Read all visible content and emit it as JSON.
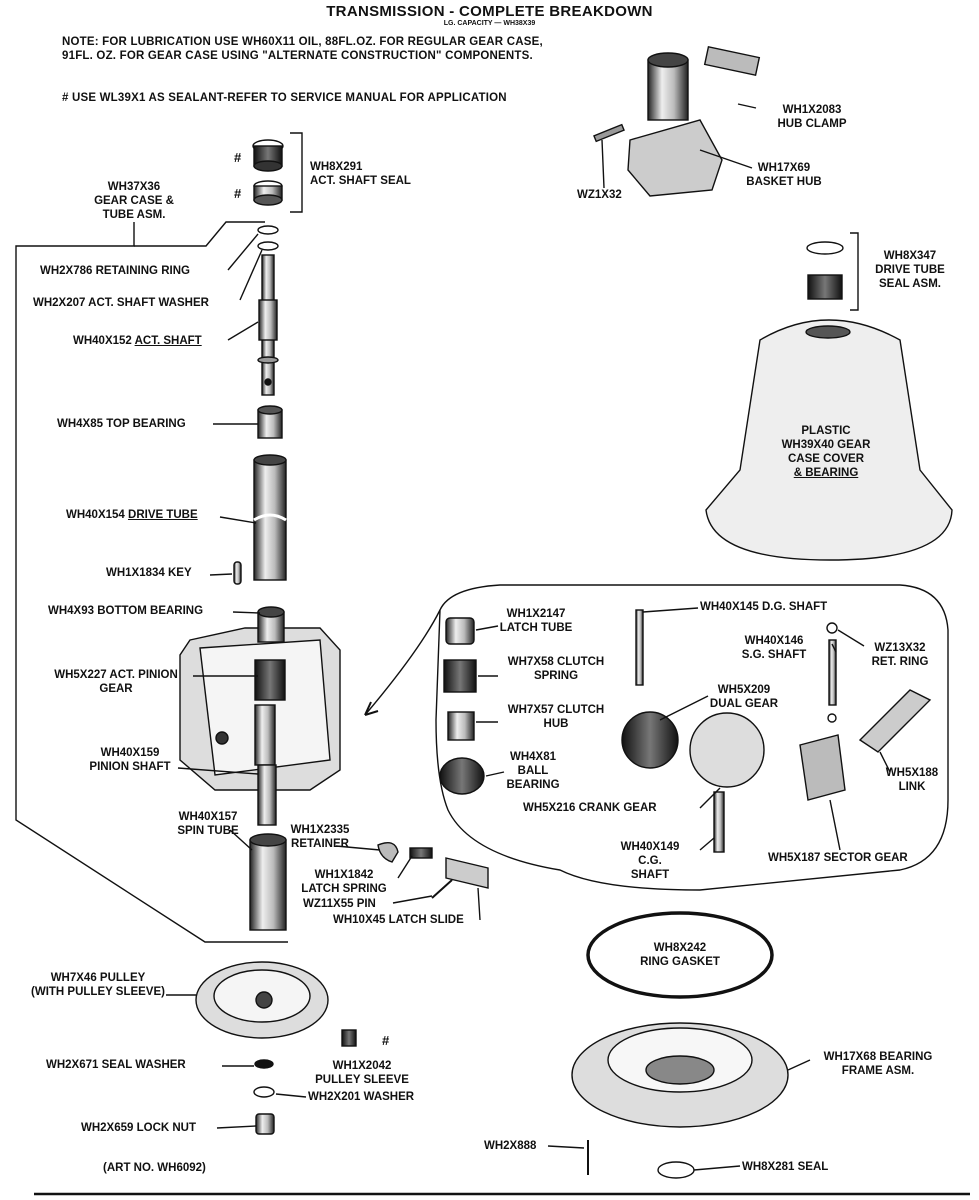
{
  "header": {
    "title": "TRANSMISSION - COMPLETE BREAKDOWN",
    "subtitle": "LG. CAPACITY — WH38X39"
  },
  "notes": {
    "lubrication_line1": "NOTE: FOR LUBRICATION USE WH60X11 OIL, 88FL.OZ. FOR REGULAR GEAR CASE,",
    "lubrication_line2": "91FL. OZ. FOR GEAR CASE USING \"ALTERNATE CONSTRUCTION\" COMPONENTS.",
    "sealant": "# USE WL39X1 AS SEALANT-REFER TO SERVICE MANUAL FOR APPLICATION"
  },
  "hash_symbol": "#",
  "parts": {
    "act_shaft_seal": [
      "WH8X291",
      "ACT. SHAFT SEAL"
    ],
    "gear_case": [
      "WH37X36",
      "GEAR CASE &",
      "TUBE ASM."
    ],
    "retaining_ring": "WH2X786 RETAINING RING",
    "act_shaft_washer": "WH2X207 ACT. SHAFT WASHER",
    "act_shaft_num": "WH40X152",
    "act_shaft_name": "ACT. SHAFT",
    "top_bearing": "WH4X85 TOP BEARING",
    "drive_tube_num": "WH40X154",
    "drive_tube_name": "DRIVE TUBE",
    "key": "WH1X1834 KEY",
    "bottom_bearing": "WH4X93 BOTTOM BEARING",
    "pinion_gear": [
      "WH5X227 ACT. PINION",
      "GEAR"
    ],
    "pinion_shaft": [
      "WH40X159",
      "PINION SHAFT"
    ],
    "spin_tube": [
      "WH40X157",
      "SPIN TUBE"
    ],
    "retainer": [
      "WH1X2335",
      "RETAINER"
    ],
    "latch_spring": [
      "WH1X1842",
      "LATCH SPRING"
    ],
    "pin": "WZ11X55 PIN",
    "latch_slide": "WH10X45 LATCH SLIDE",
    "hub_clamp": [
      "WH1X2083",
      "HUB CLAMP"
    ],
    "basket_hub": [
      "WH17X69",
      "BASKET HUB"
    ],
    "screw": "WZ1X32",
    "drive_tube_seal": [
      "WH8X347",
      "DRIVE TUBE",
      "SEAL ASM."
    ],
    "gear_case_cover": [
      "PLASTIC",
      "WH39X40 GEAR",
      "CASE COVER",
      "& BEARING"
    ],
    "latch_tube": [
      "WH1X2147",
      "LATCH TUBE"
    ],
    "clutch_spring": [
      "WH7X58 CLUTCH",
      "SPRING"
    ],
    "clutch_hub": [
      "WH7X57 CLUTCH",
      "HUB"
    ],
    "ball_bearing": [
      "WH4X81",
      "BALL",
      "BEARING"
    ],
    "dg_shaft": "WH40X145 D.G. SHAFT",
    "sg_shaft": [
      "WH40X146",
      "S.G. SHAFT"
    ],
    "ret_ring": [
      "WZ13X32",
      "RET. RING"
    ],
    "dual_gear": [
      "WH5X209",
      "DUAL GEAR"
    ],
    "link": [
      "WH5X188",
      "LINK"
    ],
    "crank_gear": "WH5X216 CRANK GEAR",
    "cg_shaft": [
      "WH40X149",
      "C.G.",
      "SHAFT"
    ],
    "sector_gear": "WH5X187 SECTOR GEAR",
    "pulley": [
      "WH7X46 PULLEY",
      "(WITH PULLEY SLEEVE)"
    ],
    "seal_washer": "WH2X671 SEAL WASHER",
    "pulley_sleeve": [
      "WH1X2042",
      "PULLEY SLEEVE"
    ],
    "washer": "WH2X201 WASHER",
    "lock_nut": "WH2X659 LOCK NUT",
    "ring_gasket": [
      "WH8X242",
      "RING GASKET"
    ],
    "bearing_frame": [
      "WH17X68 BEARING",
      "FRAME ASM."
    ],
    "wh2x888": "WH2X888",
    "bottom_seal": "WH8X281 SEAL"
  },
  "footer": {
    "art_no": "(ART NO. WH6092)"
  }
}
